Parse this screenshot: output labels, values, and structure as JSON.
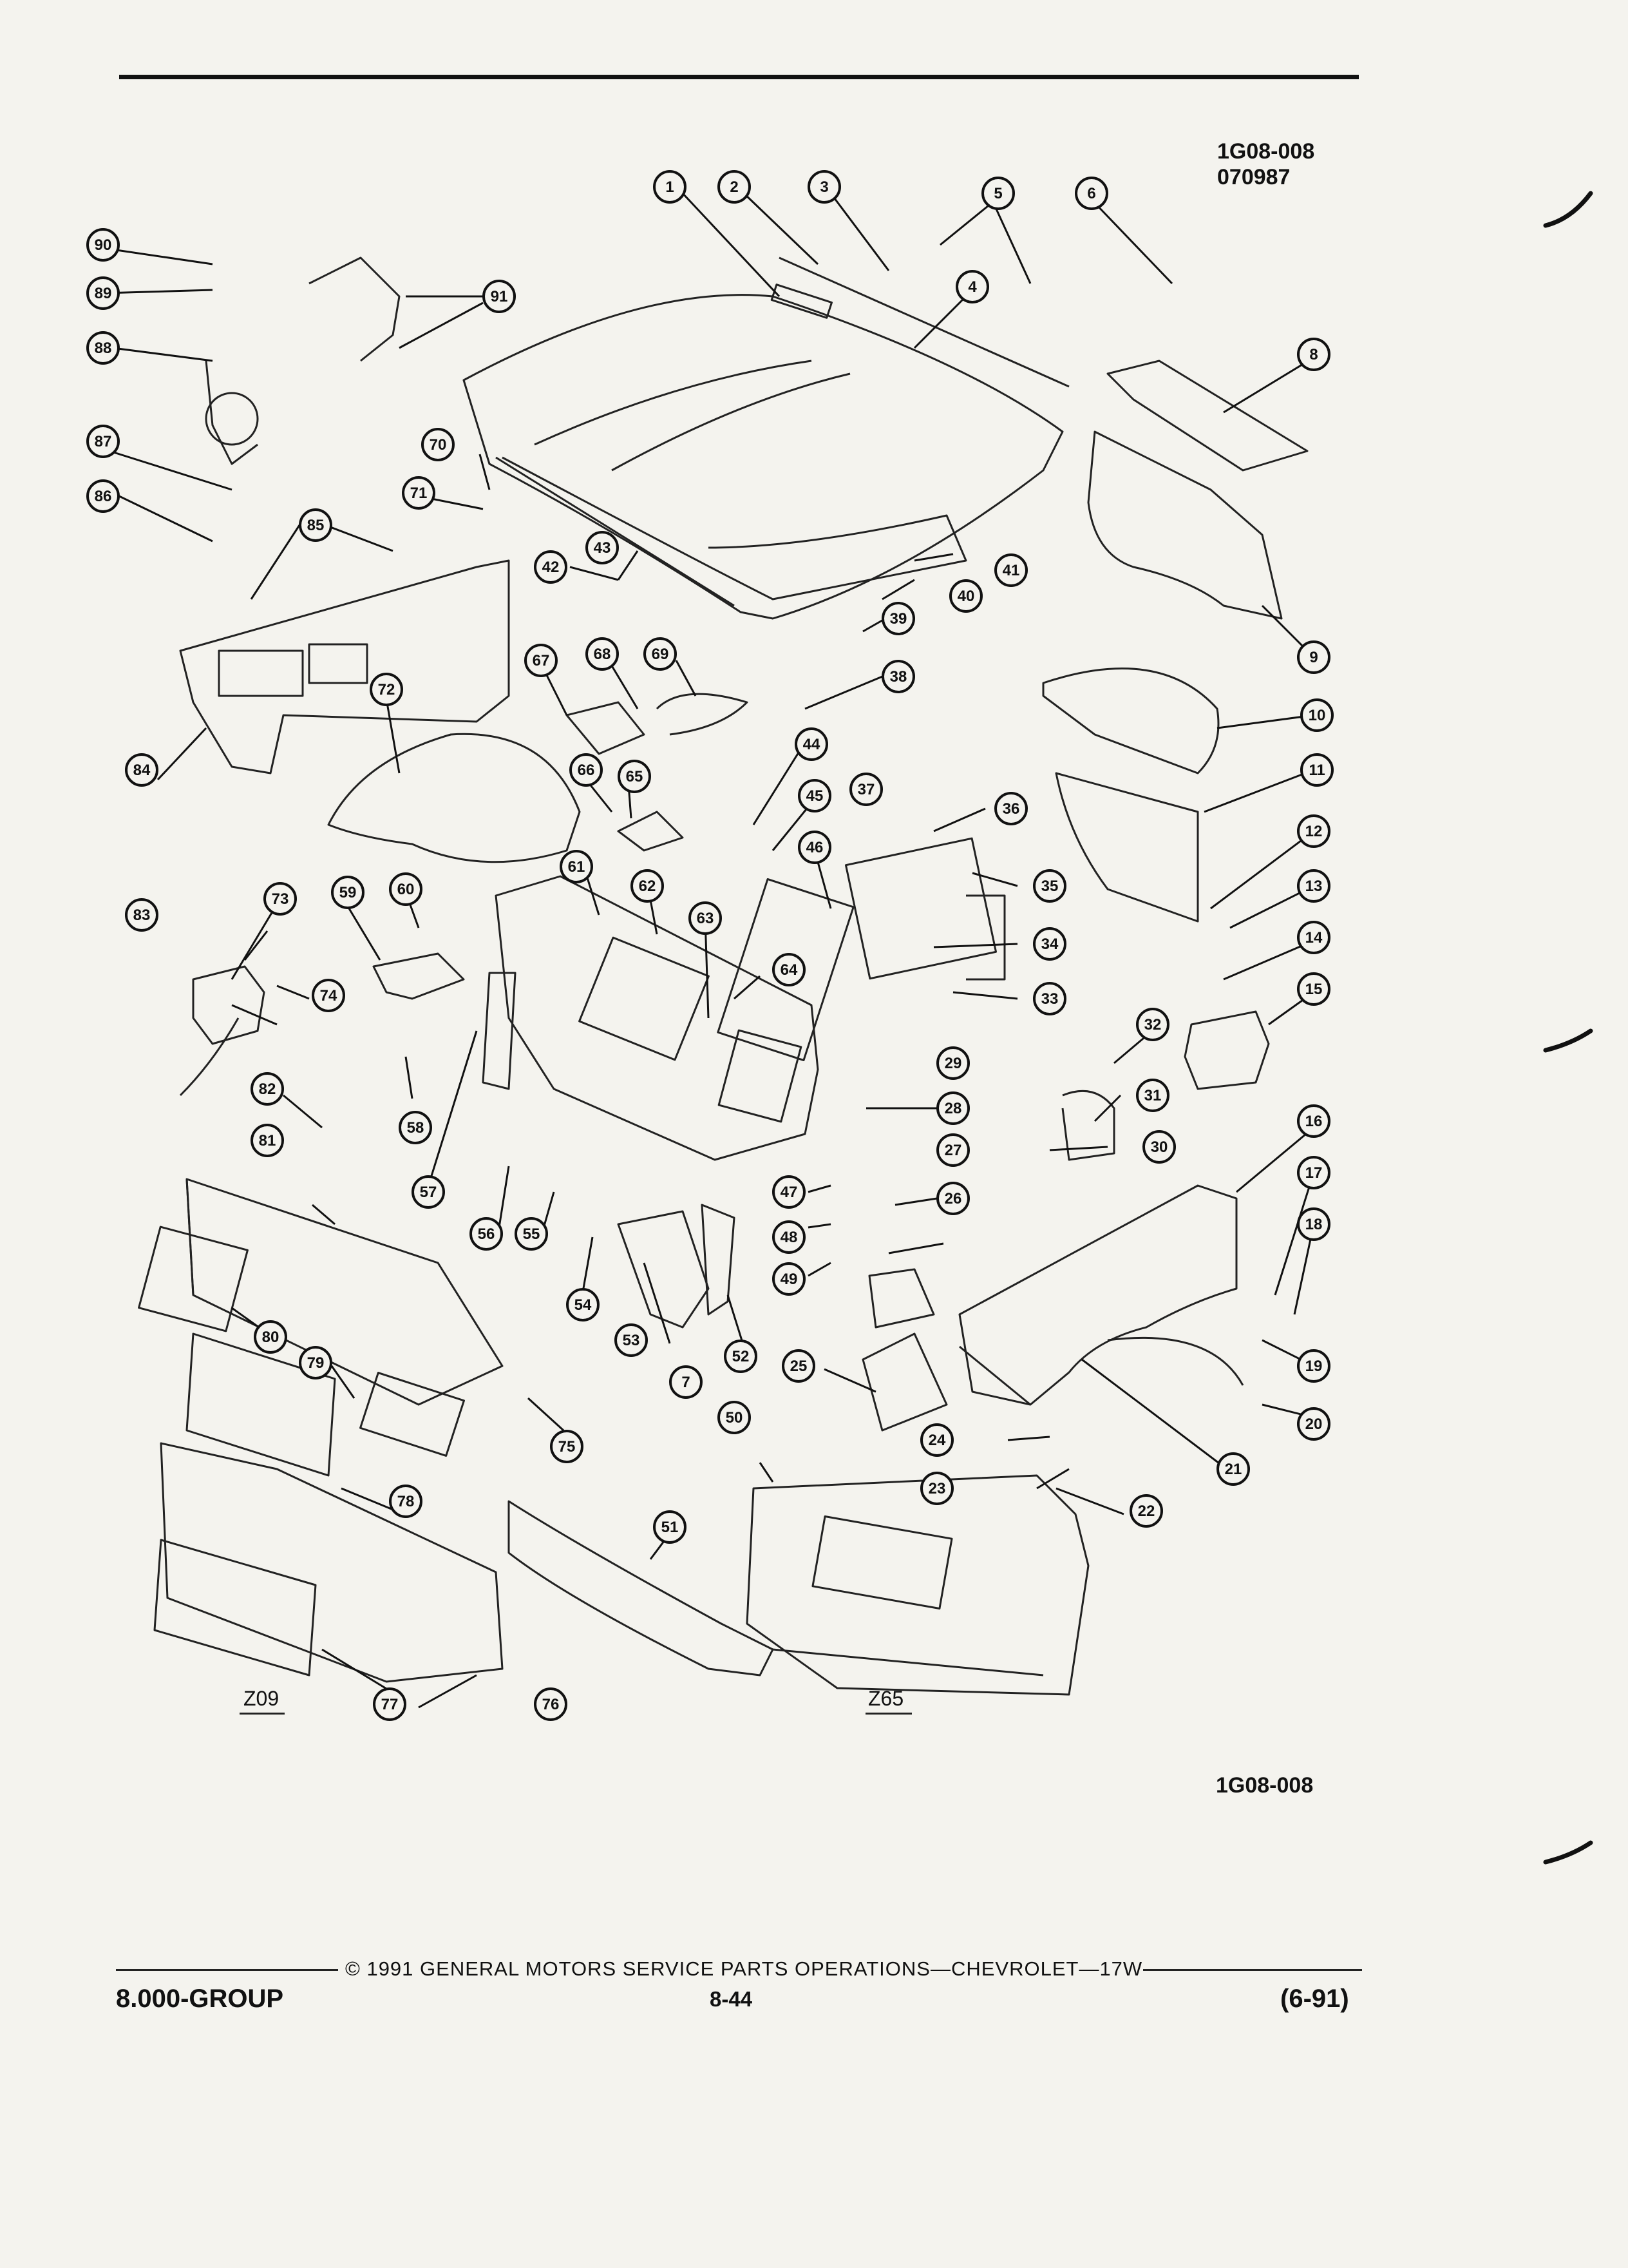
{
  "header": {
    "code_line1": "1G08-008",
    "code_line2": "070987"
  },
  "diagram": {
    "variant_left": "Z09",
    "variant_right": "Z65",
    "figure_code": "1G08-008",
    "callouts": [
      "1",
      "2",
      "3",
      "4",
      "5",
      "6",
      "7",
      "8",
      "9",
      "10",
      "11",
      "12",
      "13",
      "14",
      "15",
      "16",
      "17",
      "18",
      "19",
      "20",
      "21",
      "22",
      "23",
      "24",
      "25",
      "26",
      "27",
      "28",
      "29",
      "30",
      "31",
      "32",
      "33",
      "34",
      "35",
      "36",
      "37",
      "38",
      "39",
      "40",
      "41",
      "42",
      "43",
      "44",
      "45",
      "46",
      "47",
      "48",
      "49",
      "50",
      "51",
      "52",
      "53",
      "54",
      "55",
      "56",
      "57",
      "58",
      "59",
      "60",
      "61",
      "62",
      "63",
      "64",
      "65",
      "66",
      "67",
      "68",
      "69",
      "70",
      "71",
      "72",
      "73",
      "74",
      "75",
      "76",
      "77",
      "78",
      "79",
      "80",
      "81",
      "82",
      "83",
      "84",
      "85",
      "86",
      "87",
      "88",
      "89",
      "90",
      "91"
    ]
  },
  "footer": {
    "group": "8.000-GROUP",
    "copyright": "© 1991 GENERAL MOTORS SERVICE PARTS OPERATIONS—CHEVROLET—17W",
    "page": "8-44",
    "date": "(6-91)"
  },
  "colors": {
    "paper": "#f4f3ee",
    "ink": "#111111"
  }
}
